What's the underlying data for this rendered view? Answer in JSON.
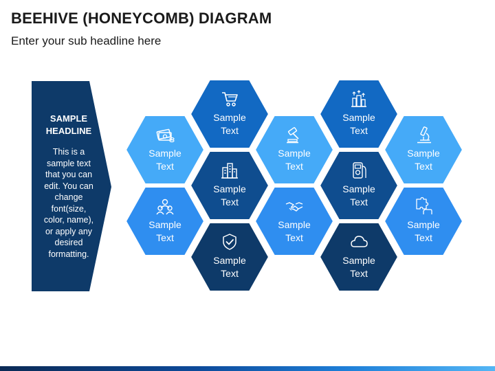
{
  "title": "BEEHIVE (HONEYCOMB) DIAGRAM",
  "subtitle": "Enter your sub headline here",
  "panel": {
    "headline": "SAMPLE\nHEADLINE",
    "body": "This is a\nsample text\nthat you can\nedit. You can\nchange\nfont(size,\ncolor, name),\nor apply any\ndesired\nformatting."
  },
  "colors": {
    "navy": "#0e3a69",
    "dark_blue": "#0f4d8f",
    "mid_blue": "#1269c3",
    "light_blue": "#2f8ef0",
    "sky_blue": "#45aaf8"
  },
  "cells": [
    {
      "id": "cart",
      "label": "Sample\nText",
      "icon": "shopping-cart-icon",
      "color": "#1269c3"
    },
    {
      "id": "money",
      "label": "Sample\nText",
      "icon": "money-icon",
      "color": "#45aaf8"
    },
    {
      "id": "buildings",
      "label": "Sample\nText",
      "icon": "buildings-icon",
      "color": "#0f4d8f"
    },
    {
      "id": "team",
      "label": "Sample\nText",
      "icon": "team-icon",
      "color": "#2f8ef0"
    },
    {
      "id": "shield",
      "label": "Sample\nText",
      "icon": "shield-check-icon",
      "color": "#0e3a69"
    },
    {
      "id": "gavel",
      "label": "Sample\nText",
      "icon": "gavel-icon",
      "color": "#45aaf8"
    },
    {
      "id": "handshake",
      "label": "Sample\nText",
      "icon": "handshake-icon",
      "color": "#2f8ef0"
    },
    {
      "id": "chart",
      "label": "Sample\nText",
      "icon": "city-growth-icon",
      "color": "#1269c3"
    },
    {
      "id": "meter",
      "label": "Sample\nText",
      "icon": "multimeter-icon",
      "color": "#0f4d8f"
    },
    {
      "id": "cloud",
      "label": "Sample\nText",
      "icon": "cloud-icon",
      "color": "#0e3a69"
    },
    {
      "id": "microscope",
      "label": "Sample\nText",
      "icon": "microscope-icon",
      "color": "#45aaf8"
    },
    {
      "id": "puzzle",
      "label": "Sample\nText",
      "icon": "puzzle-hand-icon",
      "color": "#2f8ef0"
    }
  ]
}
